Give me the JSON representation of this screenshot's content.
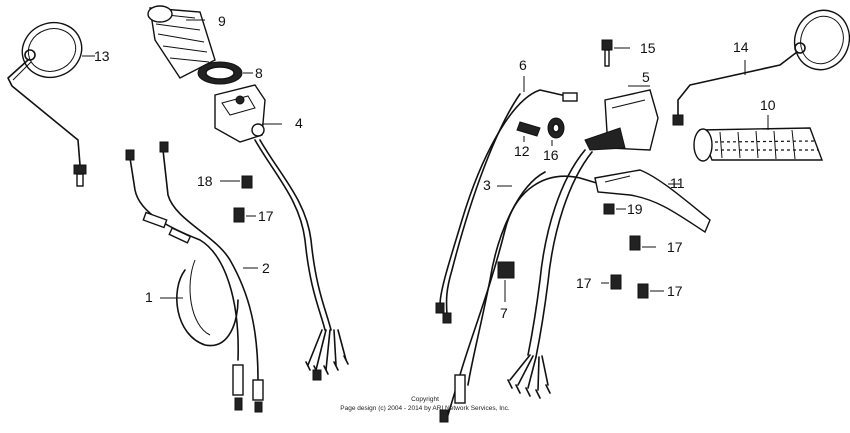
{
  "callouts": [
    {
      "label": "1"
    },
    {
      "label": "2"
    },
    {
      "label": "3"
    },
    {
      "label": "4"
    },
    {
      "label": "5"
    },
    {
      "label": "6"
    },
    {
      "label": "7"
    },
    {
      "label": "8"
    },
    {
      "label": "9"
    },
    {
      "label": "10"
    },
    {
      "label": "11"
    },
    {
      "label": "12"
    },
    {
      "label": "13"
    },
    {
      "label": "14"
    },
    {
      "label": "15"
    },
    {
      "label": "16"
    },
    {
      "label": "17"
    },
    {
      "label": "17"
    },
    {
      "label": "17"
    },
    {
      "label": "17"
    },
    {
      "label": "18"
    },
    {
      "label": "19"
    }
  ],
  "copyright": {
    "line1": "Copyright",
    "line2": "Page design (c) 2004 - 2014 by ARI Network Services, Inc."
  }
}
